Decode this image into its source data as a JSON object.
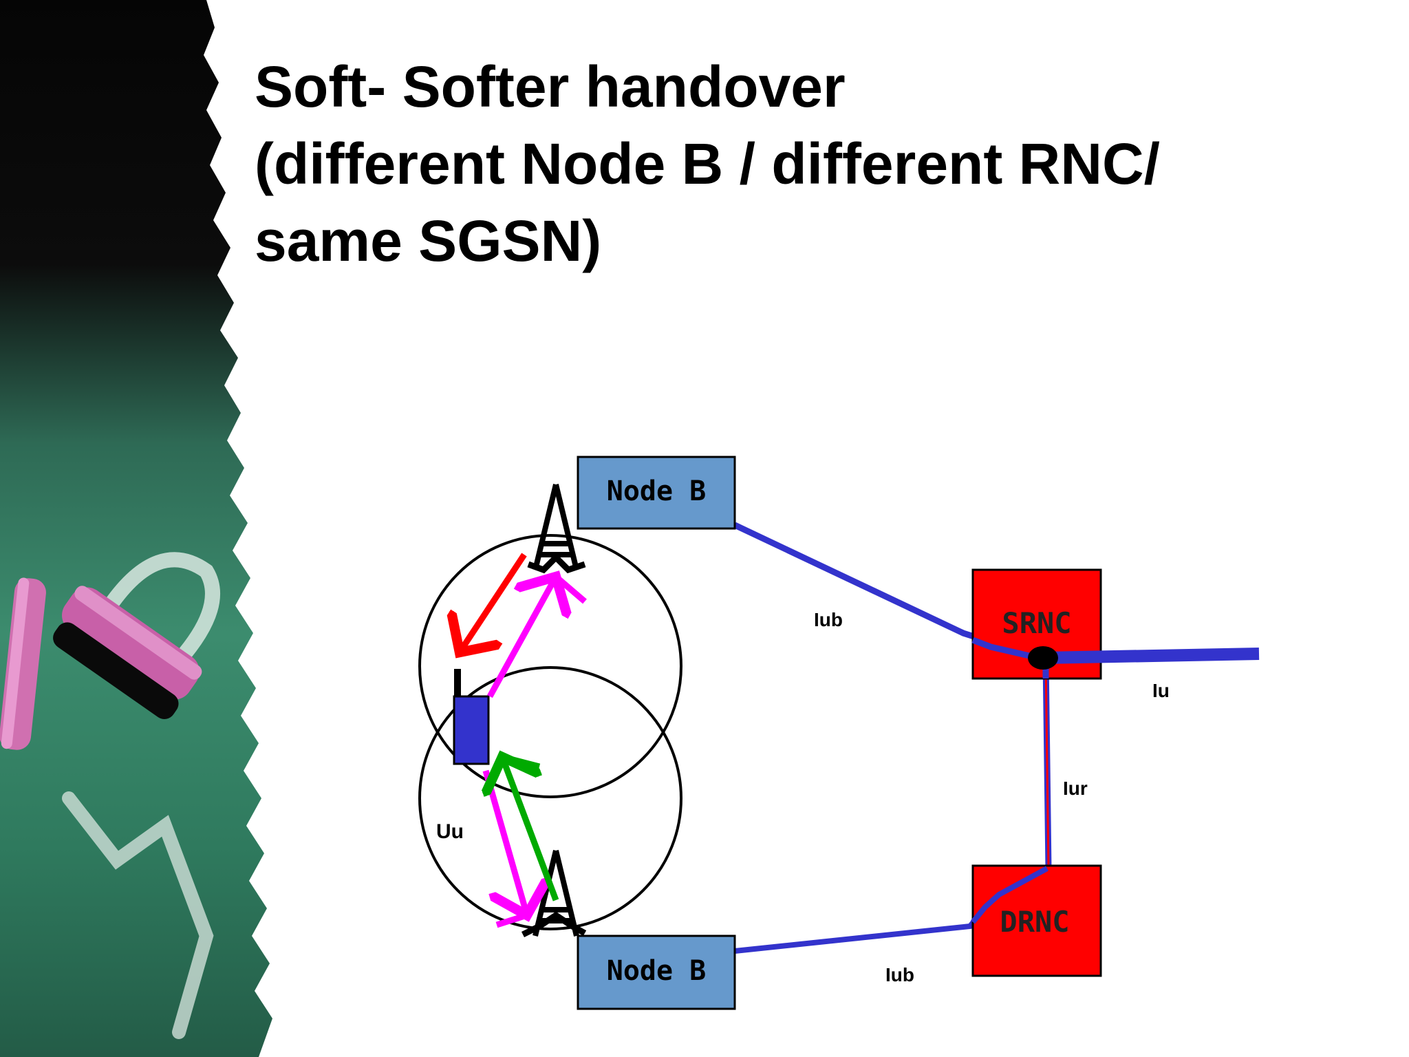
{
  "slide": {
    "title_lines": [
      "Soft- Softer handover",
      "(different Node B / different RNC/",
      "same SGSN)"
    ]
  },
  "diagram": {
    "node_b_top": "Node B",
    "node_b_bottom": "Node B",
    "srnc": "SRNC",
    "drnc": "DRNC",
    "iub_top": "Iub",
    "iub_bottom": "Iub",
    "iu": "Iu",
    "iur": "Iur",
    "uu": "Uu",
    "colors": {
      "node_b_fill": "#6699cc",
      "rnc_fill": "#ff0000",
      "link_blue": "#3333cc",
      "mobile": "#3333cc",
      "arrow_red": "#ff0000",
      "arrow_magenta": "#ff00ff",
      "arrow_green": "#00aa00"
    }
  }
}
